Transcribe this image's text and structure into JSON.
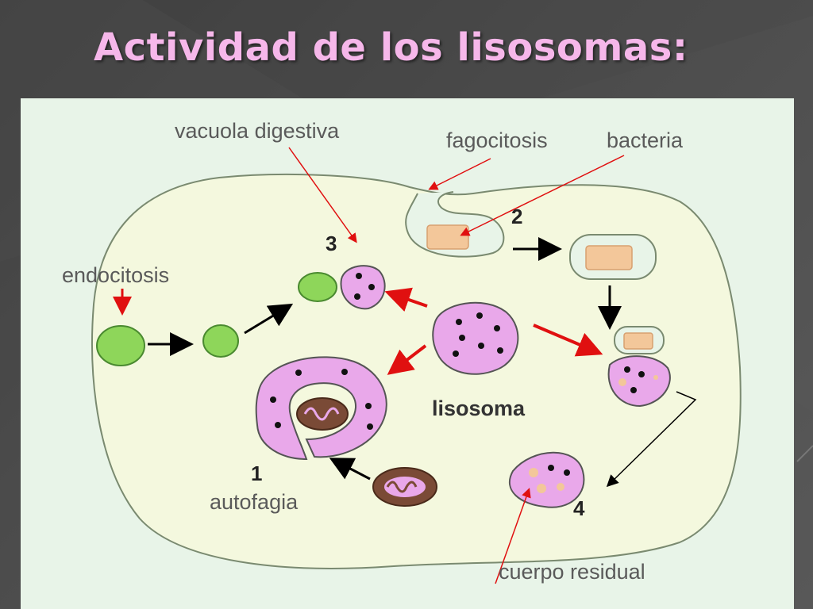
{
  "slide": {
    "title": "Actividad de los lisosomas:"
  },
  "diagram": {
    "labels": {
      "vacuola_digestiva": "vacuola digestiva",
      "fagocitosis": "fagocitosis",
      "bacteria": "bacteria",
      "endocitosis": "endocitosis",
      "lisosoma": "lisosoma",
      "autofagia": "autofagia",
      "cuerpo_residual": "cuerpo residual"
    },
    "steps": {
      "step1": "1",
      "step2": "2",
      "step3": "3",
      "step4": "4"
    },
    "colors": {
      "background": "#e8f4e8",
      "cell": "#f4f8de",
      "lysosome": "#e9a8ea",
      "vesicle": "#8ed65a",
      "bacteria": "#f3c79a",
      "mitochondria": "#7a4a36",
      "red_arrow": "#e01010",
      "black_arrow": "#000000",
      "title": "#f6b7ea"
    }
  }
}
